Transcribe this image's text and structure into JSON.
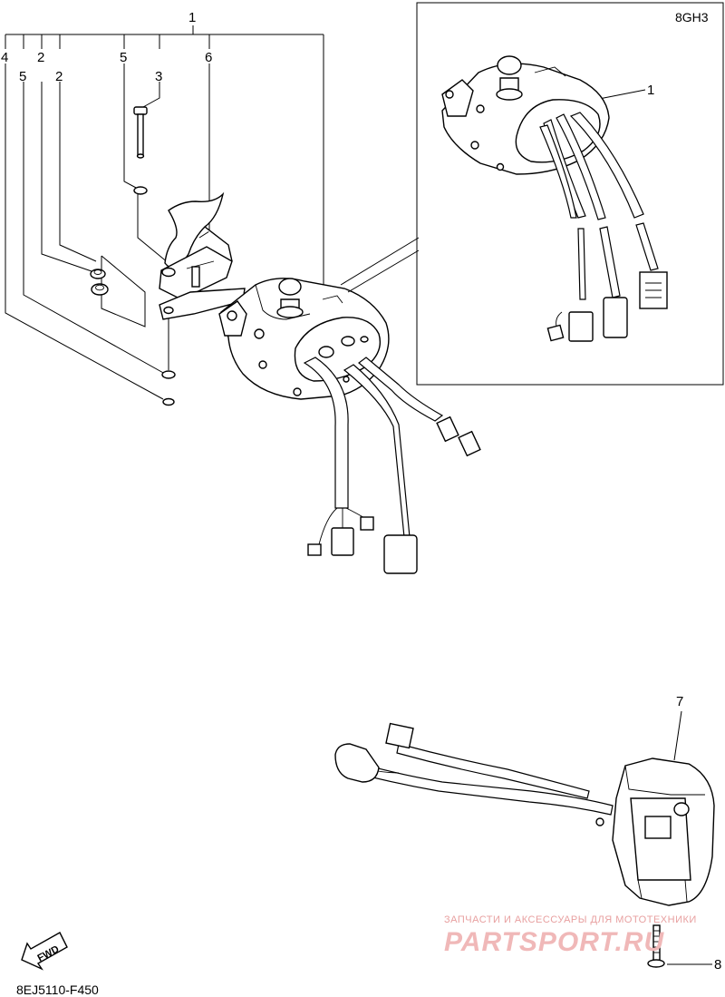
{
  "diagram": {
    "callouts": [
      {
        "id": "c1",
        "text": "1"
      },
      {
        "id": "c2a",
        "text": "2"
      },
      {
        "id": "c2b",
        "text": "2"
      },
      {
        "id": "c3",
        "text": "3"
      },
      {
        "id": "c4",
        "text": "4"
      },
      {
        "id": "c5a",
        "text": "5"
      },
      {
        "id": "c5b",
        "text": "5"
      },
      {
        "id": "c6",
        "text": "6"
      },
      {
        "id": "c7",
        "text": "7"
      },
      {
        "id": "c8",
        "text": "8"
      },
      {
        "id": "c1inset",
        "text": "1"
      }
    ],
    "inset_code": "8GH3",
    "fwd_label": "FWD",
    "figure_code": "8EJ5110-F450"
  },
  "watermark": {
    "line1": "ЗАПЧАСТИ И АКСЕССУАРЫ ДЛЯ МОТОТЕХНИКИ",
    "line2": "PARTSPORT.RU"
  }
}
